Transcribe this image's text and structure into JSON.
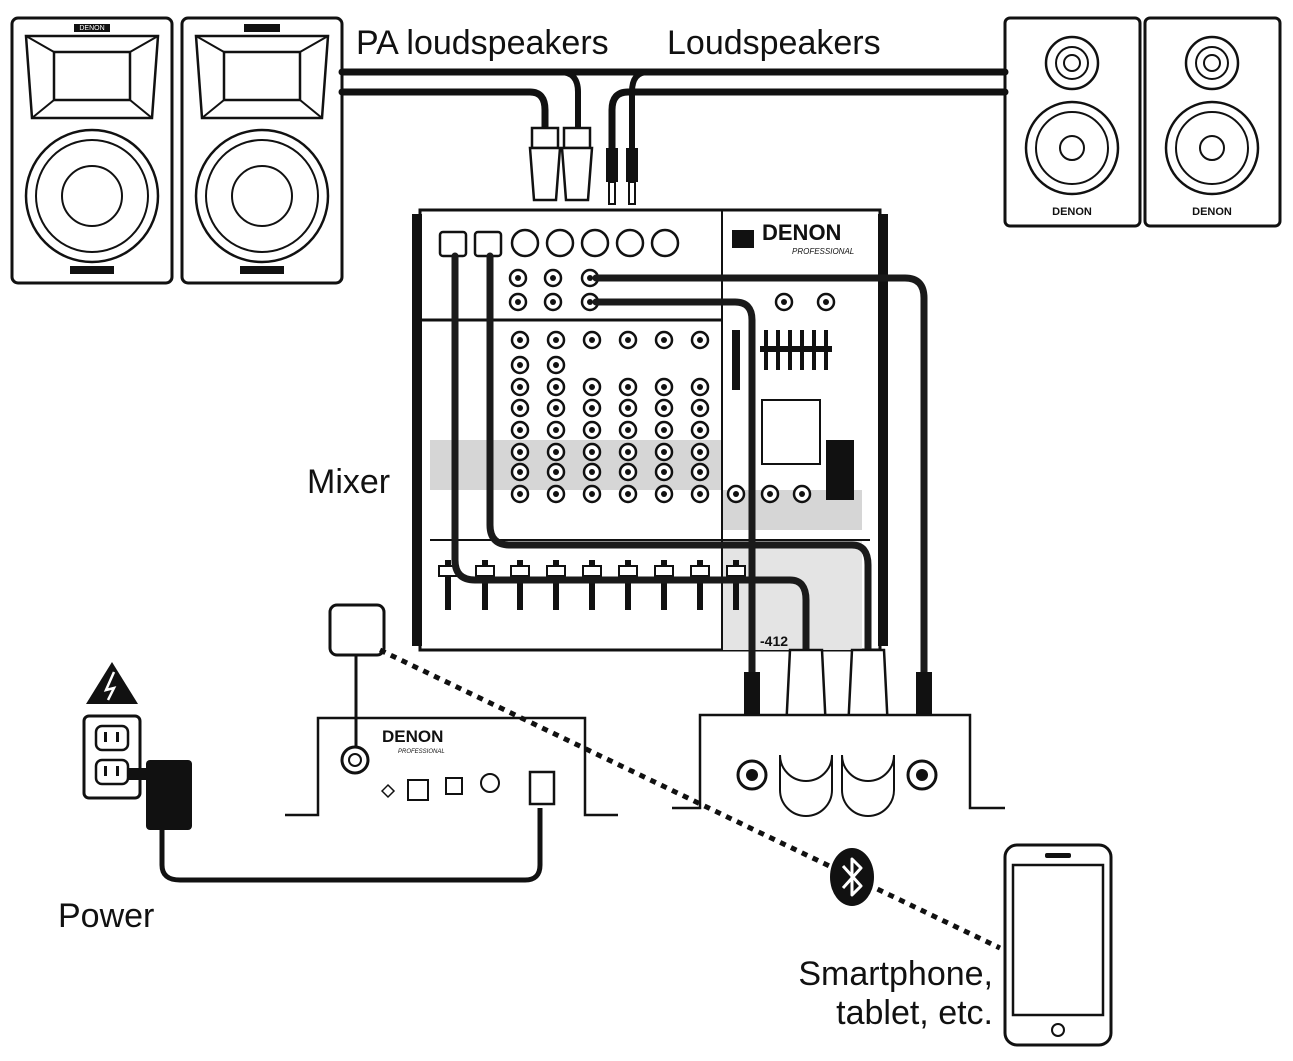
{
  "labels": {
    "pa_loudspeakers": "PA loudspeakers",
    "loudspeakers": "Loudspeakers",
    "mixer": "Mixer",
    "power": "Power",
    "smartphone": "Smartphone,\ntablet, etc."
  },
  "brand": {
    "name": "DENON",
    "subline": "PROFESSIONAL",
    "mixer_model": "-412"
  },
  "icons": {
    "hazard": "high-voltage-warning-icon",
    "wireless": "bluetooth-icon",
    "outlet": "wall-outlet-icon",
    "adapter": "power-adapter-icon"
  },
  "colors": {
    "line": "#111111",
    "cable": "#1a1a1a",
    "panel_shade": "#d6d6d6",
    "background": "#ffffff"
  }
}
